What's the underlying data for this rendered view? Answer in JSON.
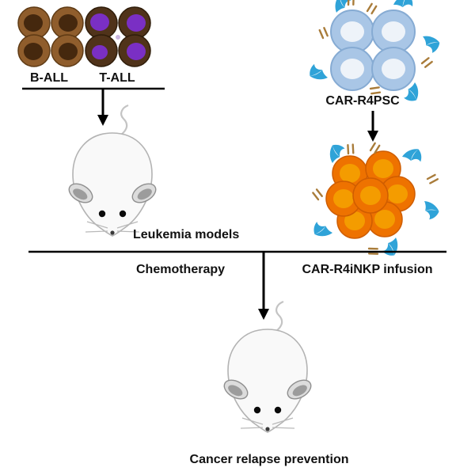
{
  "title": "CAR-R4iNKP leukemia therapy schematic",
  "labels": {
    "b_all": "B-ALL",
    "t_all": "T-ALL",
    "car_r4psc": "CAR-R4PSC",
    "leukemia_models": "Leukemia models",
    "chemotherapy": "Chemotherapy",
    "car_r4inkp_infusion": "CAR-R4iNKP infusion",
    "cancer_relapse_prevention": "Cancer relapse prevention"
  },
  "colors": {
    "b_all_cell": "#8f5d2c",
    "b_all_nucleus": "#45280e",
    "t_all_cell": "#50331a",
    "t_all_nucleus": "#7a2fc4",
    "psc_cell": "#a9c6e6",
    "psc_center": "#eef3f9",
    "inkp_cell": "#ee7200",
    "inkp_nucleus": "#f49c00",
    "receptor_blue": "#2fa3d8",
    "receptor_tan": "#a97c3a",
    "mouse_body": "#f9f9f9",
    "line": "#000000"
  }
}
